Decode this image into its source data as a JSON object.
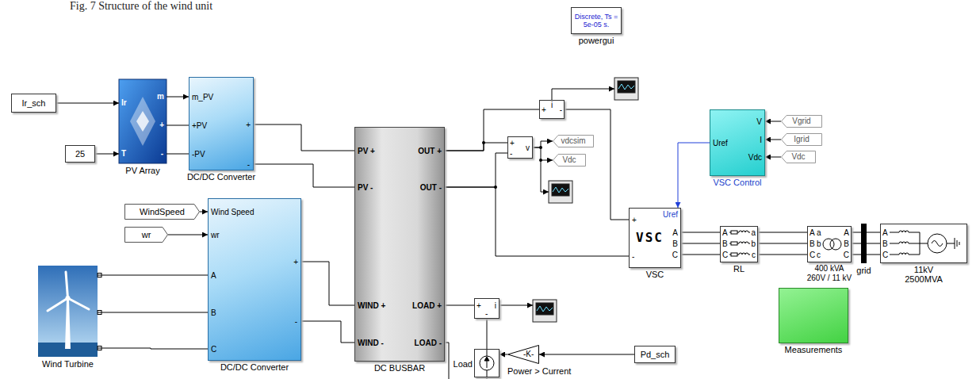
{
  "diagram": {
    "nodes": [
      {
        "text": [
          "Discrete, Ts = 5e-05 s.",
          "powergui"
        ]
      },
      {
        "text": [
          "Ir_sch"
        ]
      },
      {
        "text": [
          "25"
        ]
      },
      {
        "text": [
          "Ir",
          "T",
          "m",
          "+",
          "-",
          "PV Array"
        ]
      },
      {
        "text": [
          "m_PV",
          "+PV",
          "-PV",
          "+",
          "-",
          "DC/DC Converter"
        ]
      },
      {
        "text": [
          "WindSpeed"
        ]
      },
      {
        "text": [
          "wr"
        ]
      },
      {
        "text": [
          "Wind Turbine"
        ]
      },
      {
        "text": [
          "Wind Speed",
          "wr",
          "A",
          "B",
          "C",
          "+",
          "-",
          "DC/DC Converter"
        ]
      },
      {
        "text": [
          "PV +",
          "PV -",
          "WIND +",
          "WIND -",
          "OUT +",
          "OUT -",
          "LOAD +",
          "LOAD -",
          "DC BUSBAR"
        ]
      },
      {
        "text": [
          "+",
          "i",
          "-"
        ]
      },
      {
        "text": [
          "+",
          "-",
          "v"
        ]
      },
      {
        "text": [
          "vdcsim"
        ]
      },
      {
        "text": [
          "Vdc"
        ]
      },
      {
        "text": [
          "+",
          "-",
          "VSC",
          "Uref",
          "A",
          "B",
          "C",
          "VSC"
        ]
      },
      {
        "text": [
          "Uref",
          "V",
          "I",
          "Vdc",
          "VSC Control"
        ]
      },
      {
        "text": [
          "Vgrid"
        ]
      },
      {
        "text": [
          "Igrid"
        ]
      },
      {
        "text": [
          "Vdc"
        ]
      },
      {
        "text": [
          "A",
          "B",
          "C",
          "a",
          "b",
          "c",
          "RL"
        ]
      },
      {
        "text": [
          "A",
          "B",
          "C",
          "a",
          "b",
          "c",
          "A",
          "B",
          "C",
          "400 kVA 260V / 11 kV"
        ]
      },
      {
        "text": [
          "grid"
        ]
      },
      {
        "text": [
          "A",
          "B",
          "C",
          "11kV 2500MVA"
        ]
      },
      {
        "text": [
          "Measurements"
        ]
      },
      {
        "text": [
          "+",
          "i",
          "-"
        ]
      },
      {
        "text": [
          "Load"
        ]
      },
      {
        "text": [
          "-K-",
          "Power > Current"
        ]
      },
      {
        "text": [
          "Pd_sch"
        ]
      }
    ],
    "edges": [
      {
        "from": 1,
        "to": 3,
        "arrow": "to"
      },
      {
        "from": 2,
        "to": 3,
        "arrow": "to"
      },
      {
        "from": 3,
        "to": 4,
        "arrow": "to"
      },
      {
        "from": 3,
        "to": 4,
        "arrow": "none"
      },
      {
        "from": 3,
        "to": 4,
        "arrow": "none"
      },
      {
        "from": 4,
        "to": 9,
        "arrow": "none"
      },
      {
        "from": 4,
        "to": 9,
        "arrow": "none"
      },
      {
        "from": 5,
        "to": 8,
        "arrow": "to"
      },
      {
        "from": 6,
        "to": 8,
        "arrow": "to"
      },
      {
        "from": 7,
        "to": 8,
        "arrow": "none"
      },
      {
        "from": 7,
        "to": 8,
        "arrow": "none"
      },
      {
        "from": 7,
        "to": 8,
        "arrow": "none"
      },
      {
        "from": 8,
        "to": 9,
        "arrow": "none"
      },
      {
        "from": 8,
        "to": 9,
        "arrow": "none"
      },
      {
        "from": 9,
        "to": 10,
        "arrow": "none"
      },
      {
        "from": 10,
        "to": 14,
        "arrow": "none"
      },
      {
        "from": 9,
        "to": 11,
        "arrow": "none"
      },
      {
        "from": 9,
        "to": 11,
        "arrow": "none"
      },
      {
        "from": 11,
        "to": 12,
        "arrow": "to"
      },
      {
        "from": 11,
        "to": 13,
        "arrow": "to"
      },
      {
        "from": 9,
        "to": 14,
        "arrow": "none"
      },
      {
        "from": 15,
        "to": 14,
        "arrow": "to"
      },
      {
        "from": 16,
        "to": 15,
        "arrow": "to"
      },
      {
        "from": 17,
        "to": 15,
        "arrow": "to"
      },
      {
        "from": 18,
        "to": 15,
        "arrow": "to"
      },
      {
        "from": 14,
        "to": 19,
        "arrow": "none"
      },
      {
        "from": 14,
        "to": 19,
        "arrow": "none"
      },
      {
        "from": 14,
        "to": 19,
        "arrow": "none"
      },
      {
        "from": 19,
        "to": 20,
        "arrow": "none"
      },
      {
        "from": 19,
        "to": 20,
        "arrow": "none"
      },
      {
        "from": 19,
        "to": 20,
        "arrow": "none"
      },
      {
        "from": 20,
        "to": 21,
        "arrow": "none"
      },
      {
        "from": 20,
        "to": 21,
        "arrow": "none"
      },
      {
        "from": 20,
        "to": 21,
        "arrow": "none"
      },
      {
        "from": 21,
        "to": 22,
        "arrow": "none"
      },
      {
        "from": 21,
        "to": 22,
        "arrow": "none"
      },
      {
        "from": 21,
        "to": 22,
        "arrow": "none"
      },
      {
        "from": 9,
        "to": 24,
        "arrow": "none"
      },
      {
        "from": 24,
        "to": 25,
        "arrow": "none"
      },
      {
        "from": 27,
        "to": 26,
        "arrow": "to"
      },
      {
        "from": 26,
        "to": 25,
        "arrow": "to"
      }
    ],
    "labels": [
      "Fig. 7 Structure of the wind unit"
    ]
  }
}
